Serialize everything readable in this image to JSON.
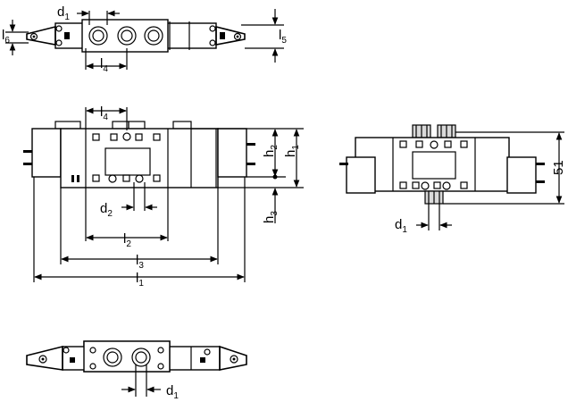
{
  "dimensions": {
    "top_view": {
      "d1": {
        "main": "d",
        "sub": "1"
      },
      "l4": {
        "main": "l",
        "sub": "4"
      },
      "l5": {
        "main": "l",
        "sub": "5"
      },
      "l6": {
        "main": "l",
        "sub": "6"
      }
    },
    "front_view": {
      "l4": {
        "main": "l",
        "sub": "4"
      },
      "d2": {
        "main": "d",
        "sub": "2"
      },
      "l2": {
        "main": "l",
        "sub": "2"
      },
      "l3": {
        "main": "l",
        "sub": "3"
      },
      "l1": {
        "main": "l",
        "sub": "1"
      },
      "h1": {
        "main": "h",
        "sub": "1"
      },
      "h2": {
        "main": "h",
        "sub": "2"
      },
      "h3": {
        "main": "h",
        "sub": "3"
      }
    },
    "side_view": {
      "d1": {
        "main": "d",
        "sub": "1"
      },
      "height": "51"
    },
    "bottom_view": {
      "d1": {
        "main": "d",
        "sub": "1"
      }
    }
  }
}
